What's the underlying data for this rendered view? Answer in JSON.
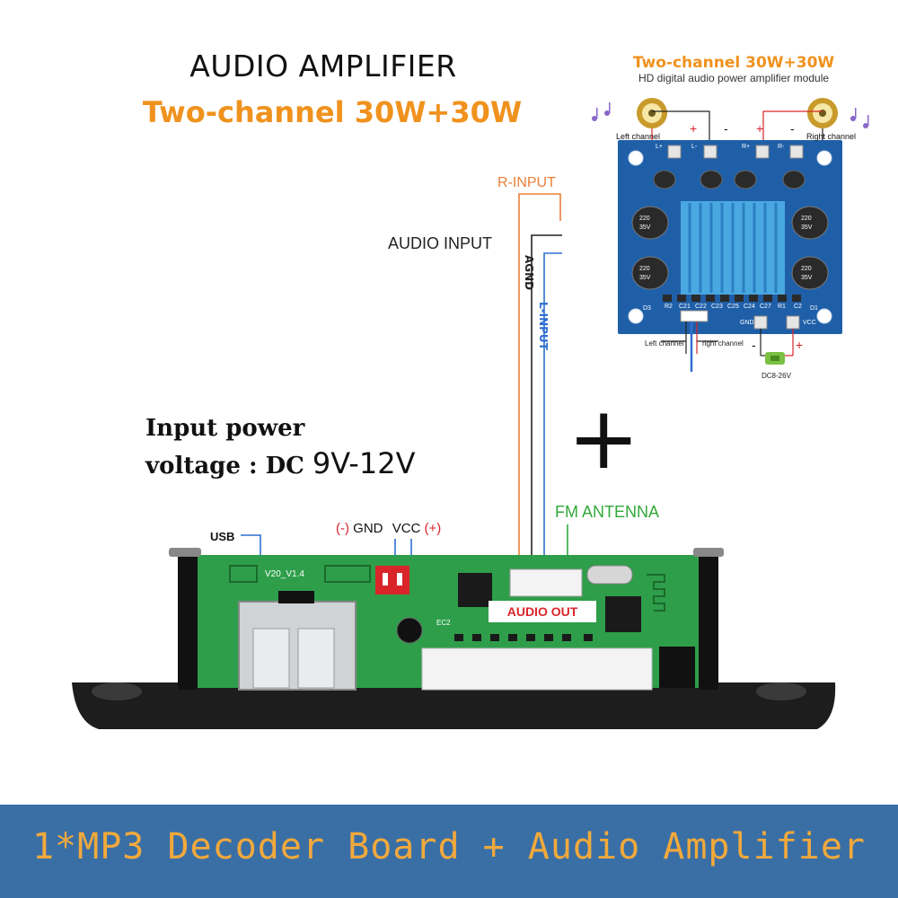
{
  "header": {
    "title": "AUDIO AMPLIFIER",
    "subtitle": "Two-channel 30W+30W"
  },
  "amplifier": {
    "title": "Two-channel 30W+30W",
    "subtitle": "HD digital audio power amplifier module",
    "left_channel": "Left channel",
    "right_channel": "Right channel",
    "left_channel_bottom": "Left channel",
    "right_channel_bottom": "right channel",
    "gnd": "GND",
    "vcc": "VCC",
    "dc_range": "DC8-26V",
    "plus": "+",
    "minus": "-",
    "cap_value": "220",
    "cap_voltage": "35V",
    "pcb_labels": [
      "R2",
      "C21",
      "C22",
      "C23",
      "C25",
      "C24",
      "C27",
      "R1",
      "C2",
      "D3",
      "D1"
    ],
    "top_pads": [
      "L+",
      "L-",
      "R+",
      "R-"
    ]
  },
  "wiring": {
    "r_input": "R-INPUT",
    "audio_input": "AUDIO INPUT",
    "agnd": "AGND",
    "l_input": "L-INPUT",
    "fm_antenna": "FM ANTENNA",
    "usb": "USB",
    "gnd_minus": "(-)",
    "gnd": "GND",
    "vcc": "VCC",
    "vcc_plus": "(+)",
    "audio_out": "AUDIO OUT"
  },
  "power": {
    "line1": "Input power",
    "line2_prefix": "voltage : DC",
    "line2_value": "9V-12V"
  },
  "plus_sign": "+",
  "decoder": {
    "version": "V20_V1.4",
    "ec2": "EC2"
  },
  "banner": {
    "text": "1*MP3 Decoder Board + Audio Amplifier"
  },
  "colors": {
    "orange": "#f0921e",
    "banner_bg": "#3a6fa6",
    "banner_text": "#f2a93b",
    "wire_orange": "#e8803a",
    "wire_black": "#222222",
    "wire_blue": "#2f6fd0",
    "wire_green": "#32a83a",
    "pcb_green": "#2e9e4a",
    "pcb_blue": "#1f5fa8",
    "red": "#d9252a"
  }
}
